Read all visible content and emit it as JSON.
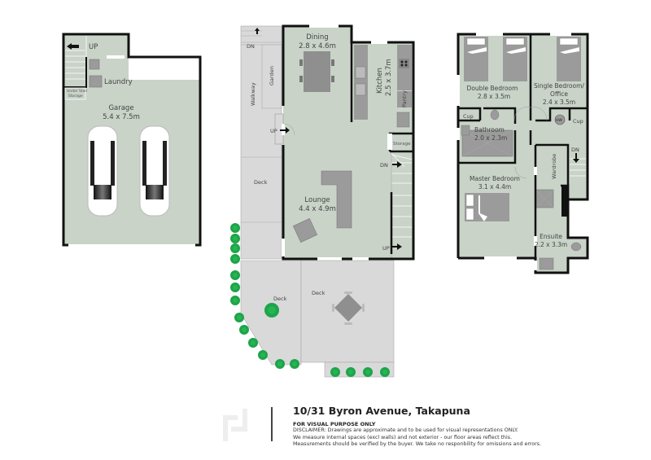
{
  "colors": {
    "room_fill": "#c9d3c8",
    "outdoor_fill": "#d9d9d9",
    "wall": "#111111",
    "fixture": "#9b9b9b",
    "shrub": "#1fa34a",
    "logo": "#eeeeee"
  },
  "garage_level": {
    "stair_label": "UP",
    "rooms": [
      {
        "name": "Laundry",
        "dims": ""
      },
      {
        "name": "Under Stair Storage",
        "dims": ""
      },
      {
        "name": "Garage",
        "dims": "5.4 x 7.5m"
      }
    ]
  },
  "main_level": {
    "labels": {
      "dn_top": "DN",
      "up_entry": "UP",
      "dn_stair": "DN",
      "up_stair": "UP",
      "walkway": "Walkway",
      "garden": "Garden",
      "deck_side": "Deck",
      "deck_left": "Deck",
      "deck_right": "Deck",
      "storage": "Storage",
      "pantry": "Pantry"
    },
    "rooms": [
      {
        "name": "Dining",
        "dims": "2.8 x 4.6m"
      },
      {
        "name": "Kitchen",
        "dims": "2.5 x 3.7m"
      },
      {
        "name": "Lounge",
        "dims": "4.4 x 4.9m"
      }
    ]
  },
  "upper_level": {
    "labels": {
      "cup1": "Cup",
      "cup2": "Cup",
      "hw": "HW",
      "dn": "DN",
      "wardrobe": "Wardrobe"
    },
    "rooms": [
      {
        "name": "Double Bedroom",
        "dims": "2.8 x 3.5m"
      },
      {
        "name": "Single Bedroom/",
        "name2": "Office",
        "dims": "2.4 x 3.5m"
      },
      {
        "name": "Bathroom",
        "dims": "2.0 x 2.3m"
      },
      {
        "name": "Master Bedroom",
        "dims": "3.1 x 4.4m"
      },
      {
        "name": "Ensuite",
        "dims": "2.2 x 3.3m"
      }
    ]
  },
  "footer": {
    "address": "10/31 Byron Avenue, Takapuna",
    "subtitle": "FOR VISUAL PURPOSE ONLY",
    "disclaimer": [
      "DISCLAIMER:  Drawings are approximate and to be used for visual representations ONLY.",
      "We measure internal spaces (excl walls) and not exterior - our floor areas reflect this.",
      "Measurements should be verified by the buyer. We take no responbility for omissions and errors."
    ]
  }
}
